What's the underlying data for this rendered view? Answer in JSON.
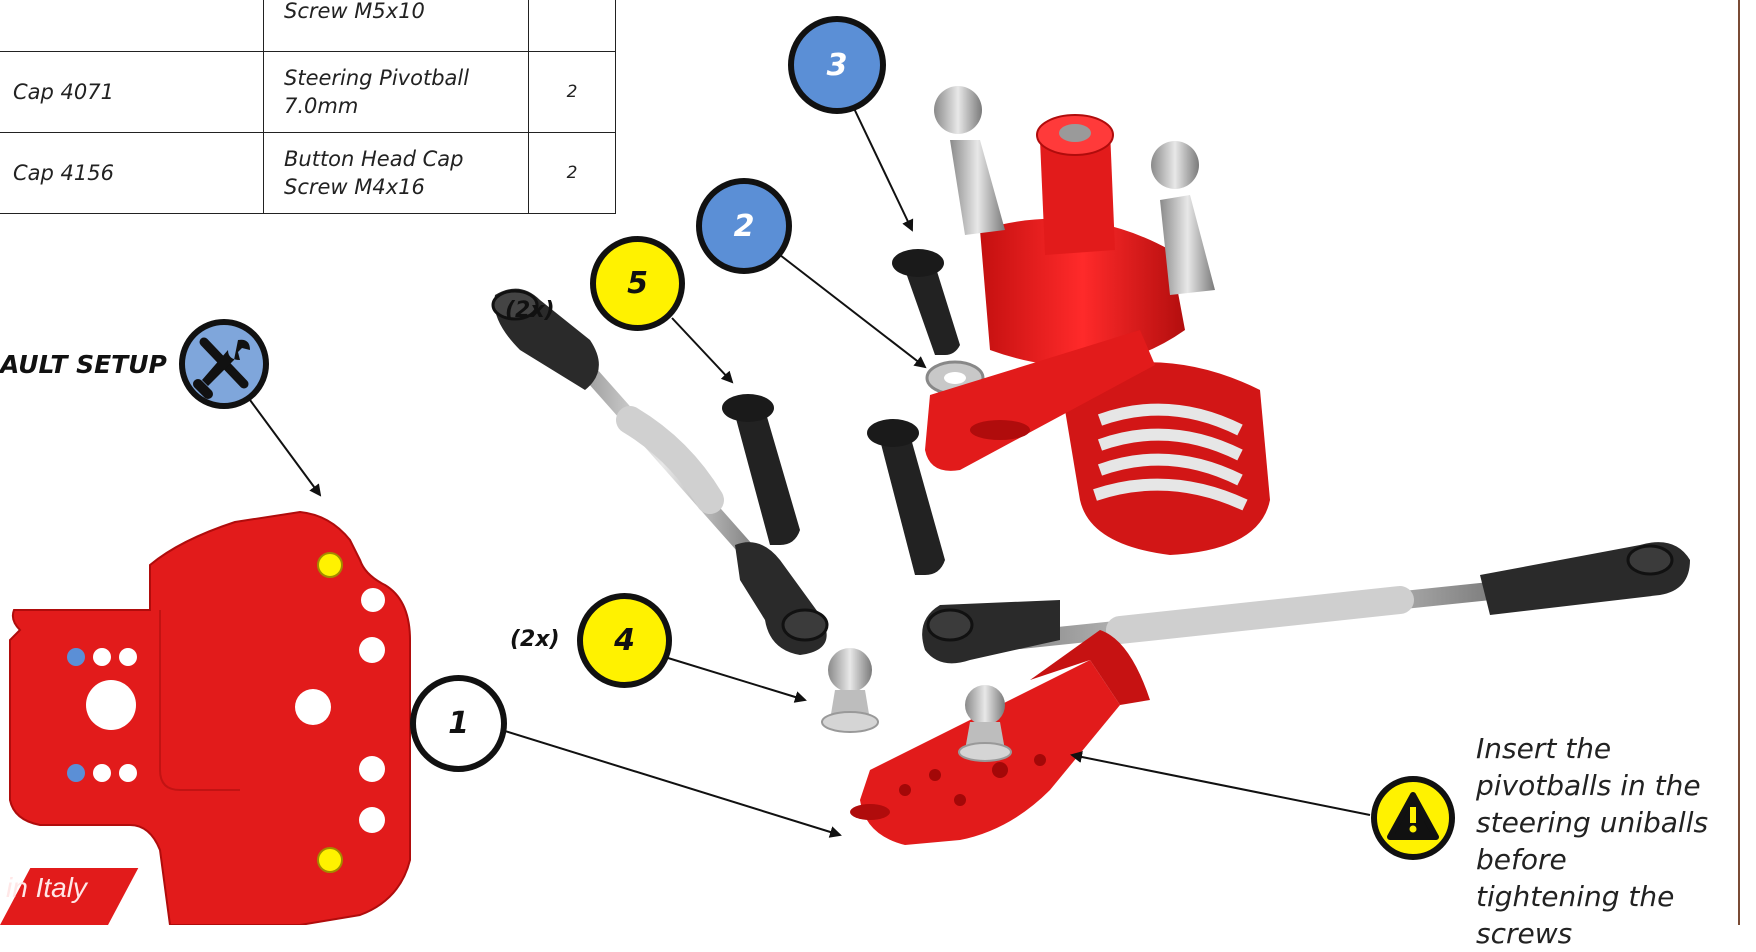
{
  "parts_table": {
    "rows": [
      {
        "code": "",
        "description": "Screw M5x10",
        "qty": ""
      },
      {
        "code": "Cap 4071",
        "description": "Steering Pivotball 7.0mm",
        "qty": "2"
      },
      {
        "code": "Cap 4156",
        "description": "Button Head Cap Screw M4x16",
        "qty": "2"
      }
    ]
  },
  "callouts": {
    "c1": "1",
    "c2": "2",
    "c3": "3",
    "c4": "4",
    "c5": "5"
  },
  "multipliers": {
    "upper": "(2x)",
    "lower": "(2x)"
  },
  "setup_label": "AULT SETUP",
  "note_text": "Insert the pivotballs in the steering uniballs before tightening the screws",
  "brand_ribbon": "in Italy",
  "icons": {
    "setup": "wrench-screwdriver-icon",
    "warning": "warning-icon"
  },
  "colors": {
    "part_red": "#e21b1b",
    "callout_blue": "#5b8fd6",
    "callout_yellow": "#fff200",
    "rod_end_black": "#2a2a2a",
    "metal_gray": "#bdbdbd"
  }
}
